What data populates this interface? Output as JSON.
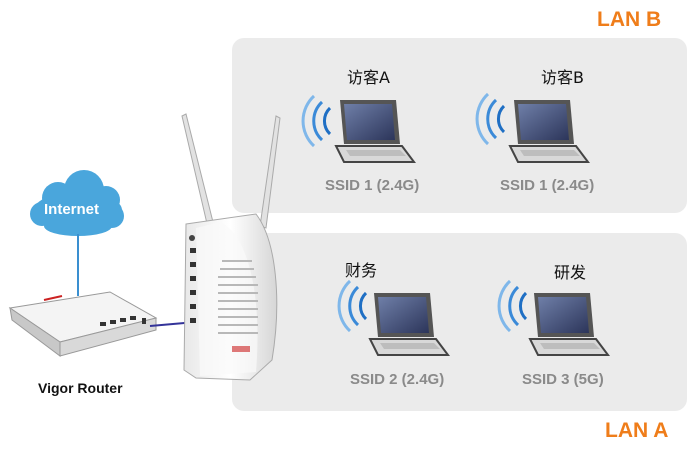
{
  "lan_b": {
    "label": "LAN B"
  },
  "lan_a": {
    "label": "LAN A"
  },
  "clients": [
    {
      "name": "访客A",
      "ssid": "SSID 1 (2.4G)"
    },
    {
      "name": "访客B",
      "ssid": "SSID 1 (2.4G)"
    },
    {
      "name": "财务",
      "ssid": "SSID 2 (2.4G)"
    },
    {
      "name": "研发",
      "ssid": "SSID 3 (5G)"
    }
  ],
  "internet": {
    "label": "Internet"
  },
  "router": {
    "label": "Vigor Router"
  },
  "colors": {
    "lan_label": "#ef7d1a",
    "panel": "#ebebeb",
    "cloud": "#4aa6dc",
    "wifi_wave": "#2a7fd0",
    "ssid_text": "#8a8a8a"
  }
}
